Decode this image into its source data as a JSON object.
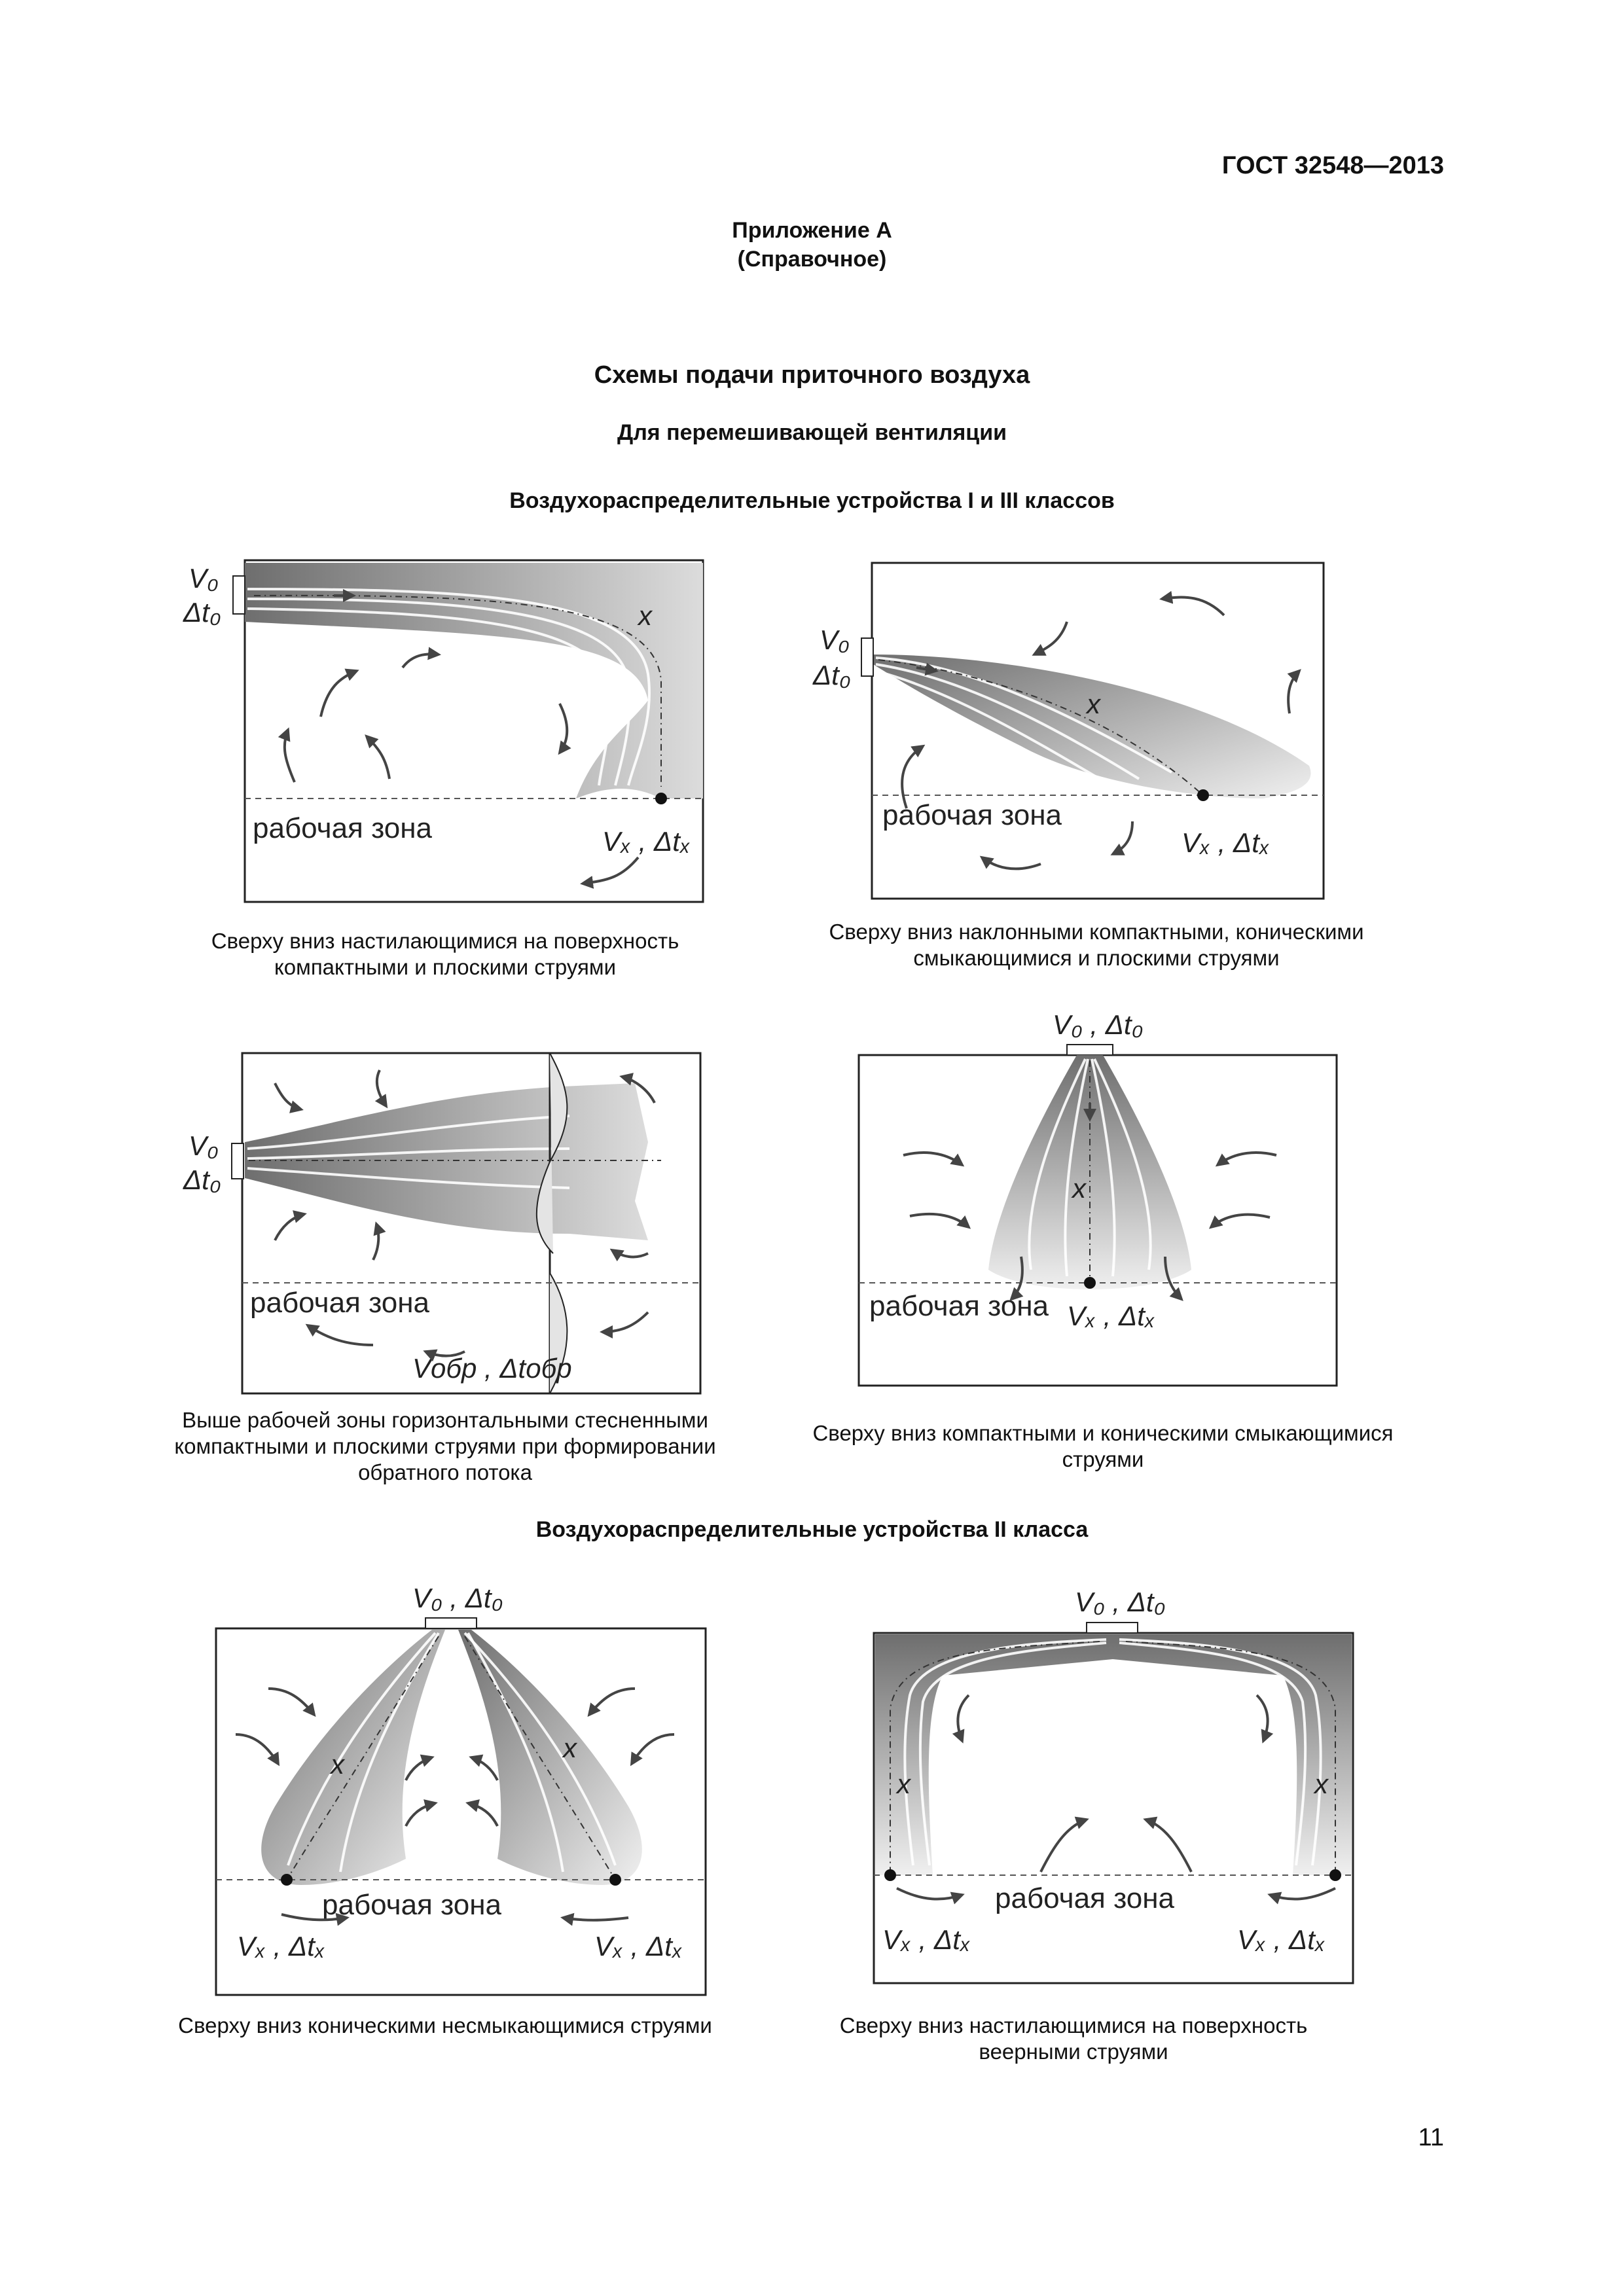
{
  "header": {
    "standard": "ГОСТ 32548—2013"
  },
  "appendix": {
    "label": "Приложение А",
    "type": "(Справочное)"
  },
  "title": "Схемы подачи приточного воздуха",
  "subtitle": "Для перемешивающей вентиляции",
  "section1": "Воздухораспределительные устройства I и III классов",
  "section2": "Воздухораспределительные устройства II класса",
  "labels": {
    "work_zone": "рабочая зона",
    "v0": "V₀",
    "dt0": "Δt₀",
    "v0_dt0": "V₀ , Δt₀",
    "x": "x",
    "vx_dtx": "Vₓ , Δtₓ",
    "vobr_dtobr": "Vобр , Δtобр"
  },
  "captions": {
    "d1": [
      "Сверху вниз настилающимися на поверхность",
      "компактными и плоскими струями"
    ],
    "d2": [
      "Сверху вниз наклонными компактными, коническими",
      "смыкающимися и плоскими струями"
    ],
    "d3": [
      "Выше рабочей зоны горизонтальными стесненными",
      "компактными и плоскими струями при формировании",
      "обратного потока"
    ],
    "d4": [
      "Сверху вниз компактными и коническими смыкающимися",
      "струями"
    ],
    "d5": [
      "Сверху вниз коническими несмыкающимися струями"
    ],
    "d6": [
      "Сверху вниз настилающимися на поверхность",
      "веерными струями"
    ]
  },
  "page_number": "11",
  "colors": {
    "jet_dark": "#6e6e6e",
    "jet_light": "#e8e8e8",
    "line": "#222222"
  }
}
